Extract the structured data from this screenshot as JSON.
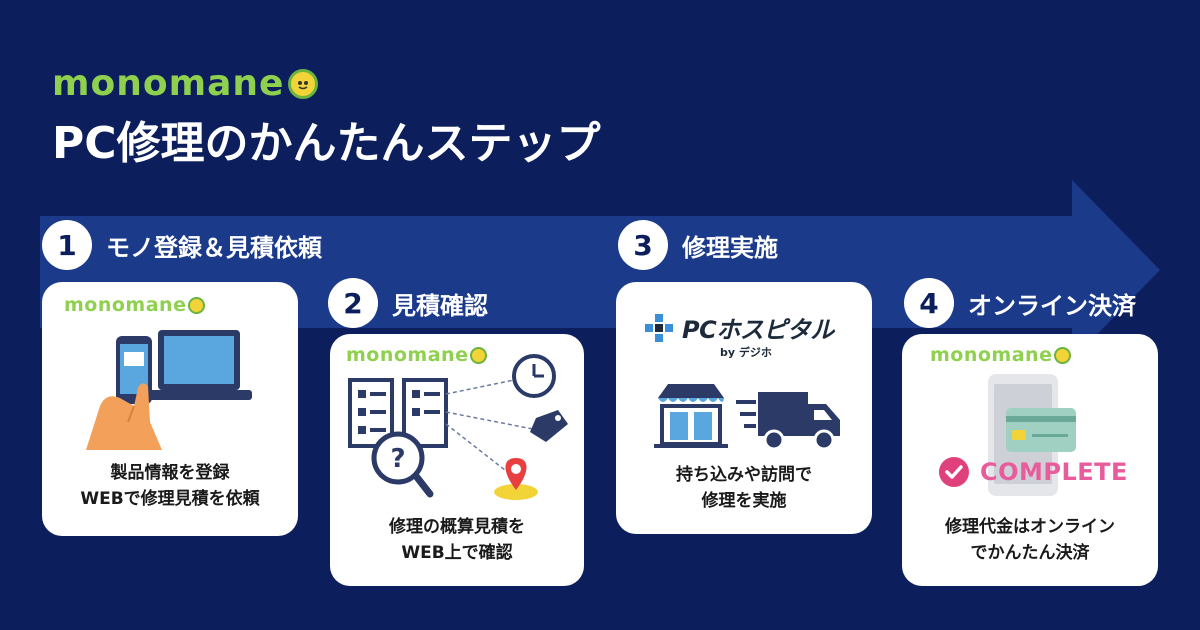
{
  "brand": {
    "name": "monomane"
  },
  "title": "PC修理のかんたんステップ",
  "steps": [
    {
      "number": "1",
      "label": "モノ登録＆見積依頼",
      "card_logo": "monomane",
      "lines": [
        "製品情報を登録",
        "WEBで修理見積を依頼"
      ]
    },
    {
      "number": "2",
      "label": "見積確認",
      "card_logo": "monomane",
      "lines": [
        "修理の概算見積を",
        "WEB上で確認"
      ]
    },
    {
      "number": "3",
      "label": "修理実施",
      "partner": {
        "name": "PCホスピタル",
        "by": "by デジホ"
      },
      "lines": [
        "持ち込みや訪問で",
        "修理を実施"
      ]
    },
    {
      "number": "4",
      "label": "オンライン決済",
      "card_logo": "monomane",
      "complete": "COMPLETE",
      "lines": [
        "修理代金はオンライン",
        "でかんたん決済"
      ]
    }
  ],
  "colors": {
    "background": "#0c1f5c",
    "band": "#1b3a8a",
    "brand_green": "#8fd14f",
    "accent_pink": "#e85c9c"
  }
}
